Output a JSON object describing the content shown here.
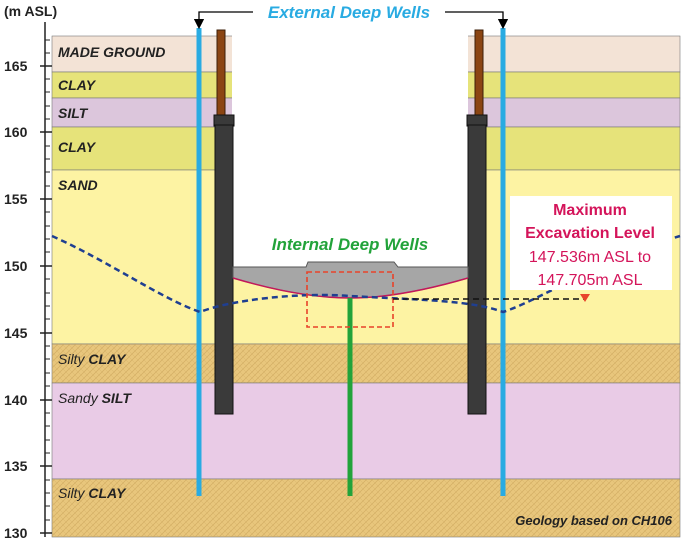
{
  "axis": {
    "unit_label": "(m ASL)",
    "ticks": [
      "165",
      "160",
      "155",
      "150",
      "145",
      "140",
      "135",
      "130"
    ]
  },
  "layers": [
    {
      "label": "MADE GROUND",
      "prefix": "",
      "color": "#f3e3d6"
    },
    {
      "label": "CLAY",
      "prefix": "",
      "color": "#e6e37a"
    },
    {
      "label": "SILT",
      "prefix": "",
      "color": "#dcc6dc"
    },
    {
      "label": "CLAY",
      "prefix": "",
      "color": "#e6e37a"
    },
    {
      "label": "SAND",
      "prefix": "",
      "color": "#fdf3a3"
    },
    {
      "label": "CLAY",
      "prefix": "Silty ",
      "color": "#e8c67c"
    },
    {
      "label": "SILT",
      "prefix": "Sandy ",
      "color": "#e9cbe6"
    },
    {
      "label": "CLAY",
      "prefix": "Silty ",
      "color": "#e8c67c"
    }
  ],
  "labels": {
    "external_wells": "External Deep Wells",
    "internal_wells": "Internal Deep Wells",
    "max_title_1": "Maximum",
    "max_title_2": "Excavation Level",
    "max_value_1": "147.536m ASL to",
    "max_value_2": "147.705m ASL",
    "geology_note": "Geology based on CH106"
  },
  "colors": {
    "external_well": "#29abe2",
    "internal_well": "#22a33a",
    "water_table": "#1f3f91",
    "sheet_pile": "#3a3a3a",
    "king_post": "#8b4513",
    "excavation": "#a6a6a6",
    "highlight_box": "#e8432a",
    "max_text": "#d4145a"
  }
}
